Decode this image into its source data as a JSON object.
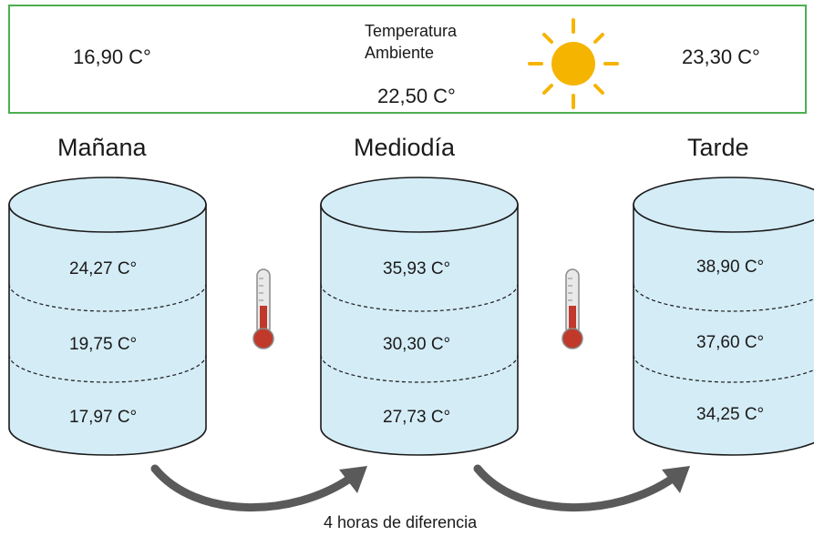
{
  "ambient": {
    "min_temp": "16,90 C°",
    "label_line1": "Temperatura",
    "label_line2": "Ambiente",
    "mid_temp": "22,50 C°",
    "max_temp": "23,30 C°",
    "icon": "sun-icon",
    "border_color": "#4caf50",
    "sun_color": "#f5b400"
  },
  "periods": [
    {
      "title": "Mañana",
      "layers": [
        "24,27 C°",
        "19,75 C°",
        "17,97 C°"
      ]
    },
    {
      "title": "Mediodía",
      "layers": [
        "35,93 C°",
        "30,30 C°",
        "27,73 C°"
      ]
    },
    {
      "title": "Tarde",
      "layers": [
        "38,90 C°",
        "37,60 C°",
        "34,25 C°"
      ]
    }
  ],
  "thermometer": {
    "icon": "thermometer-icon",
    "fill_color": "#c0392b"
  },
  "tank_color": "#d4ecf6",
  "caption": "4 horas de diferencia"
}
